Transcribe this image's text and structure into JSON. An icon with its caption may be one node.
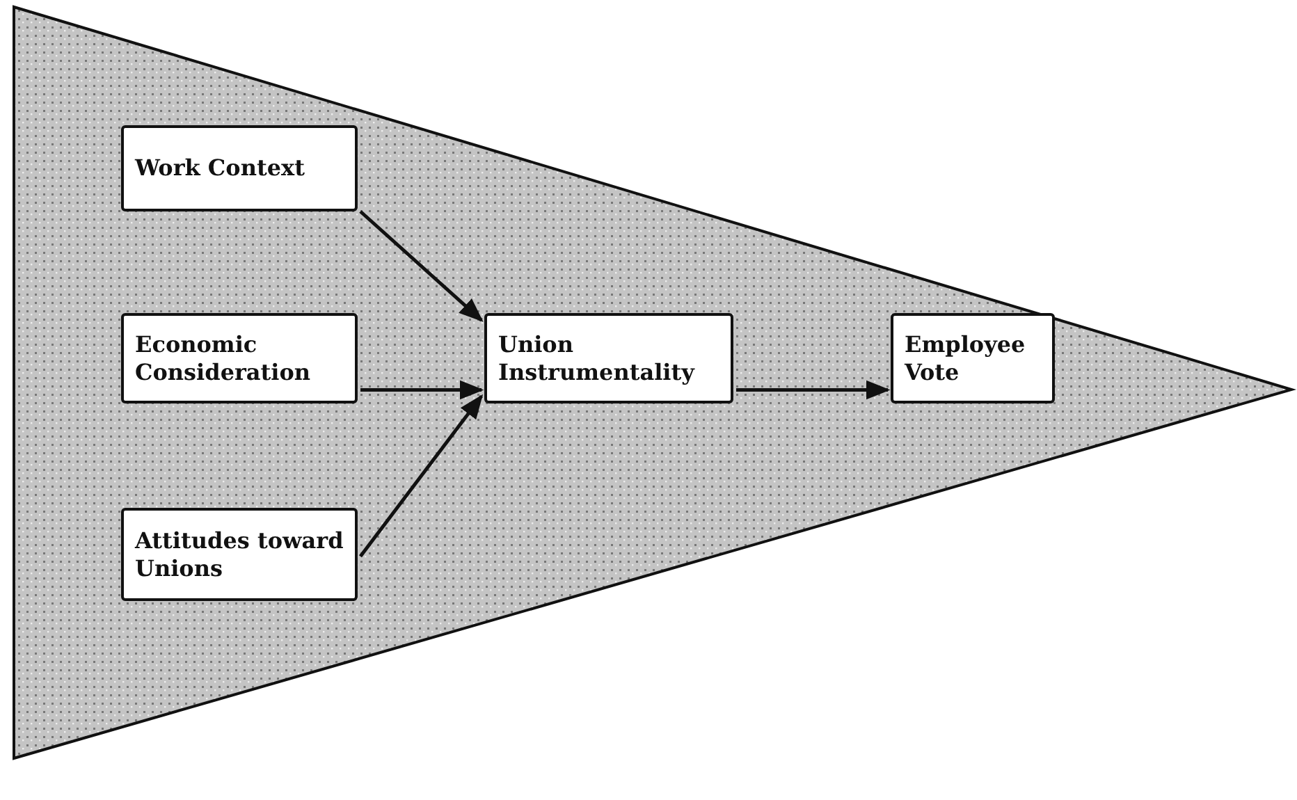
{
  "diagram": {
    "nodes": [
      {
        "text": [
          "Work Context"
        ]
      },
      {
        "text": [
          "Economic Consideration"
        ]
      },
      {
        "text": [
          "Attitudes toward Unions"
        ]
      },
      {
        "text": [
          "Union Instrumentality"
        ]
      },
      {
        "text": [
          "Employee Vote"
        ]
      }
    ],
    "edges": [
      {
        "from": 0,
        "to": 3,
        "arrow": "to"
      },
      {
        "from": 1,
        "to": 3,
        "arrow": "to"
      },
      {
        "from": 2,
        "to": 3,
        "arrow": "to"
      },
      {
        "from": 3,
        "to": 4,
        "arrow": "to"
      }
    ]
  }
}
